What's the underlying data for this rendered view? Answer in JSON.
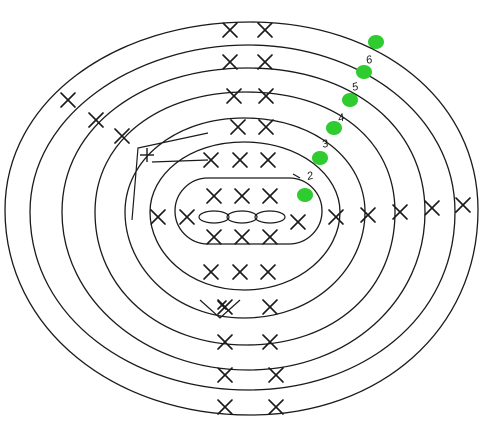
{
  "diagram": {
    "marker_color": "#2ecc2e",
    "line_color": "#1a1a1a",
    "round_labels": [
      "2",
      "3",
      "4",
      "5",
      "6"
    ],
    "stitch_symbol": "single-crochet-x",
    "chain_symbol": "chain-oval",
    "rounds": 6
  }
}
